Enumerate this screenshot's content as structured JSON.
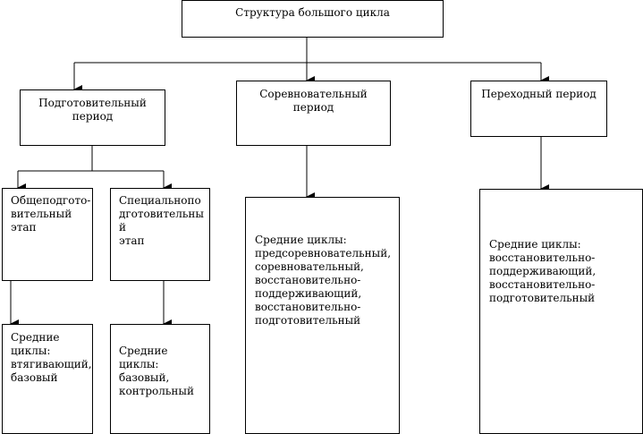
{
  "diagram": {
    "root": {
      "label": "Структура большого цикла"
    },
    "periods": {
      "preparatory": {
        "label": "Подготовительный\nпериод"
      },
      "competitive": {
        "label": "Соревновательный\nпериод"
      },
      "transition": {
        "label": "Переходный период"
      }
    },
    "stages": {
      "general": {
        "label": "Общеподгото-\nвительный\nэтап"
      },
      "special": {
        "label": "Специальноподготовительный\nэтап"
      }
    },
    "cycles": {
      "general": {
        "label": "Средние\nциклы:\nвтягивающий,\nбазовый"
      },
      "special": {
        "label": "Средние циклы:\nбазовый,\nконтрольный"
      },
      "competitive": {
        "label": "Средние циклы:\nпредсоревновательный,\nсоревновательный,\nвосстановительно-\nподдерживающий,\nвосстановительно-\nподготовительный"
      },
      "transition": {
        "label": "Средние циклы:\nвосстановительно-\nподдерживающий,\nвосстановительно-\nподготовительный"
      }
    }
  }
}
